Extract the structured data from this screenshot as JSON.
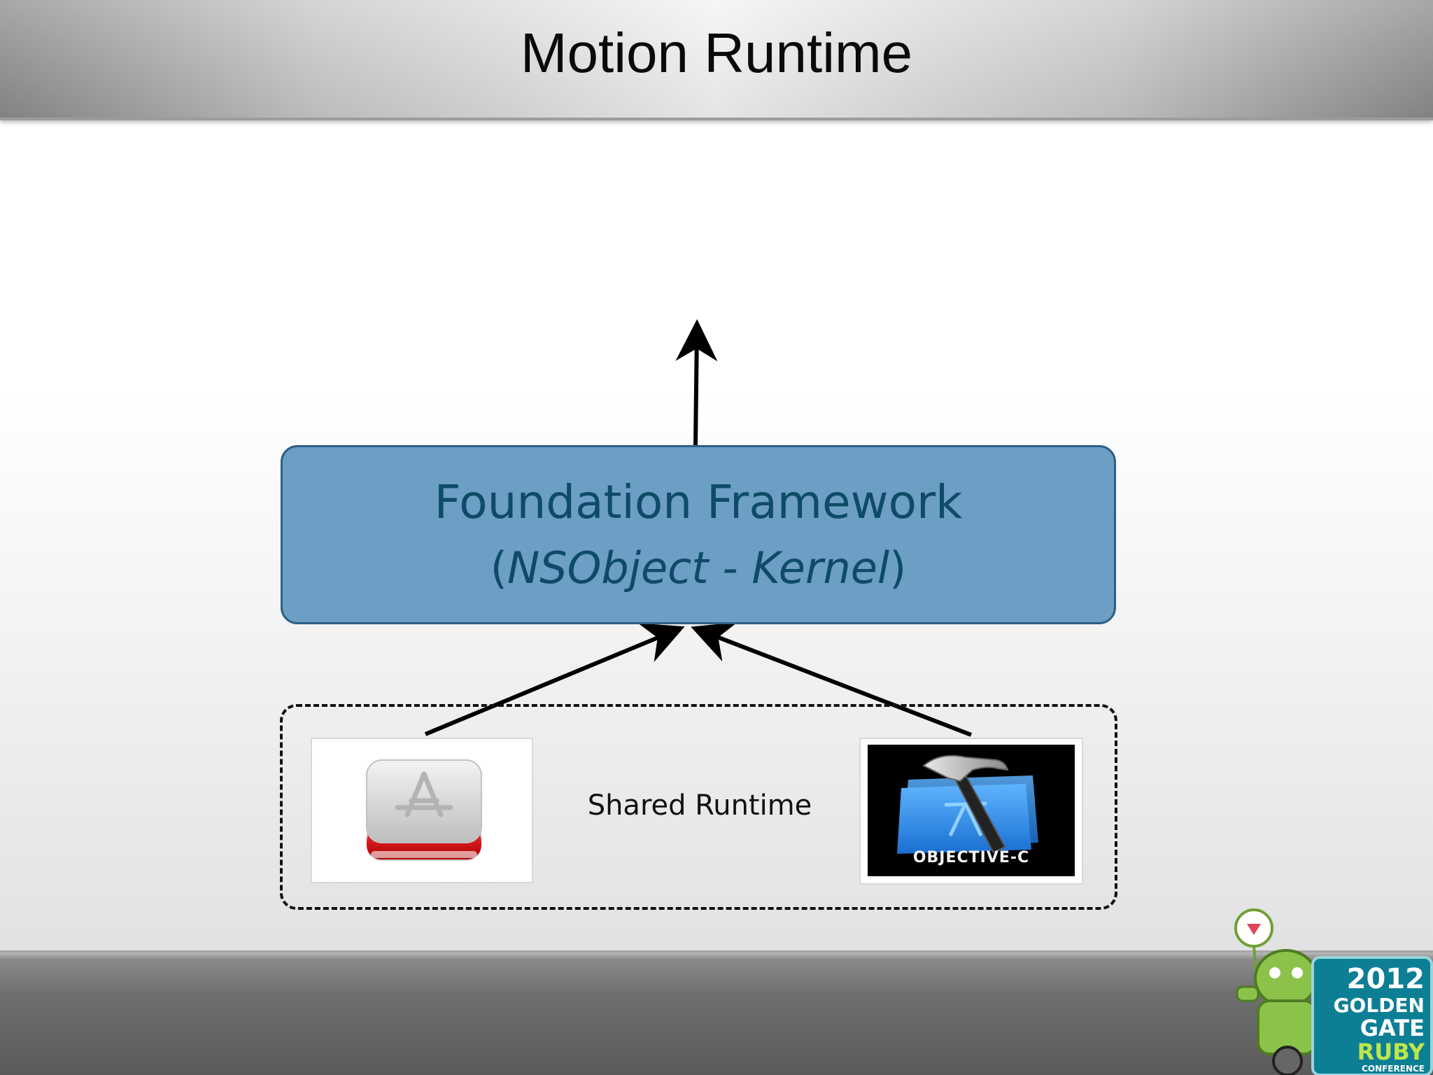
{
  "slide": {
    "title": "Motion Runtime"
  },
  "foundation": {
    "title": "Foundation Framework",
    "sub_open": "(",
    "sub_italic_1": "NSObject",
    "sub_sep": " - ",
    "sub_italic_2": "Kernel",
    "sub_close": ")"
  },
  "shared": {
    "label": "Shared Runtime"
  },
  "tiles": {
    "ruby_icon": "rubymotion-app-icon",
    "objc_icon": "xcode-hammer-icon",
    "objc_label": "OBJECTIVE-C"
  },
  "conference_logo": {
    "year": "2012",
    "line1": "GOLDEN",
    "line2": "GATE",
    "line3": "RUBY",
    "line4": "CONFERENCE"
  },
  "colors": {
    "foundation_fill": "#6d9ec4",
    "foundation_text": "#0e4b66",
    "arrow": "#000000"
  }
}
